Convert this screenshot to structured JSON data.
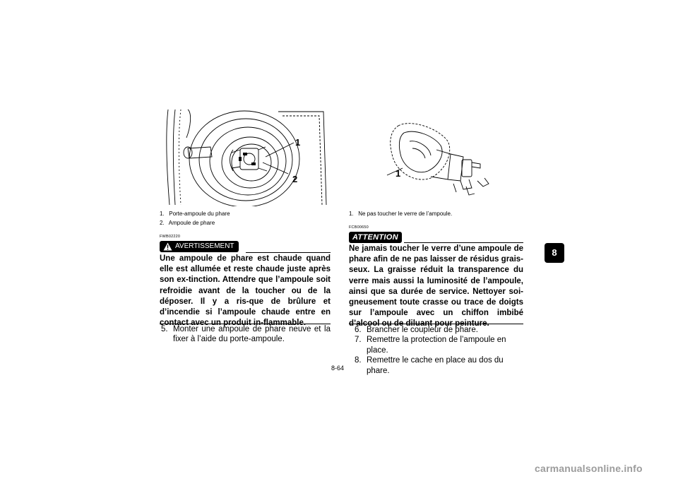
{
  "left_figure": {
    "callout_1": "1",
    "callout_2": "2",
    "captions": [
      {
        "num": "1.",
        "text": "Porte-ampoule du phare"
      },
      {
        "num": "2.",
        "text": "Ampoule de phare"
      }
    ]
  },
  "warning": {
    "code": "FWB02220",
    "label": "AVERTISSEMENT",
    "text": "Une ampoule de phare est chaude quand elle est allumée et reste chaude juste après son ex-tinction. Attendre que l’ampoule soit refroidie avant de la toucher ou de la déposer. Il y a ris-que de brûlure et d’incendie si l’ampoule chaude entre en contact avec un produit in-flammable."
  },
  "steps_left": [
    {
      "num": "5.",
      "text": "Monter une ampoule de phare neuve et la fixer à l’aide du porte-ampoule."
    }
  ],
  "right_figure": {
    "callout_1": "1",
    "captions": [
      {
        "num": "1.",
        "text": "Ne pas toucher le verre de l’ampoule."
      }
    ]
  },
  "attention": {
    "code": "FCB00650",
    "label": "ATTENTION",
    "text": "Ne jamais toucher le verre d’une ampoule de phare afin de ne pas laisser de résidus grais-seux. La graisse réduit la transparence du verre mais aussi la luminosité de l’ampoule, ainsi que sa durée de service. Nettoyer soi-gneusement toute crasse ou trace de doigts sur l’ampoule avec un chiffon imbibé d’alcool ou de diluant pour peinture."
  },
  "steps_right": [
    {
      "num": "6.",
      "text": "Brancher le coupleur de phare."
    },
    {
      "num": "7.",
      "text": "Remettre la protection de l’ampoule en place."
    },
    {
      "num": "8.",
      "text": "Remettre le cache en place au dos du phare."
    }
  ],
  "chapter_tab": "8",
  "page_number": "8-64",
  "footer": "carmanualsonline.info"
}
